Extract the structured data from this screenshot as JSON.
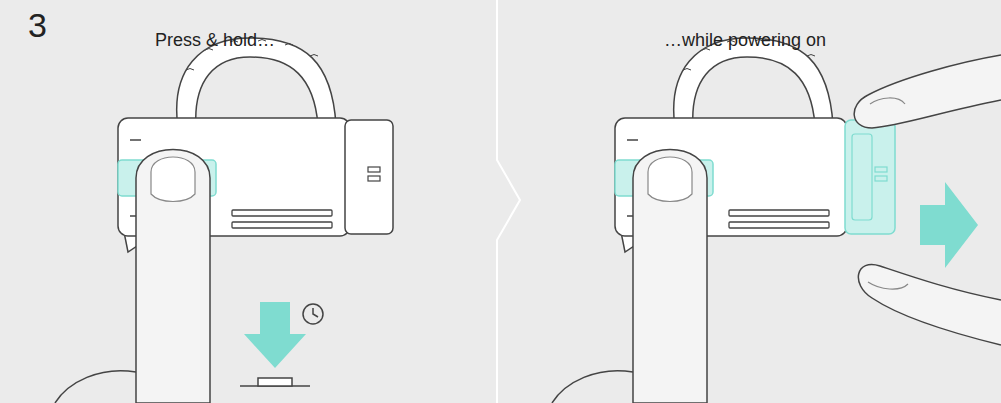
{
  "diagram": {
    "labels": [
      "3",
      "Press & hold…",
      "…while powering on"
    ]
  }
}
